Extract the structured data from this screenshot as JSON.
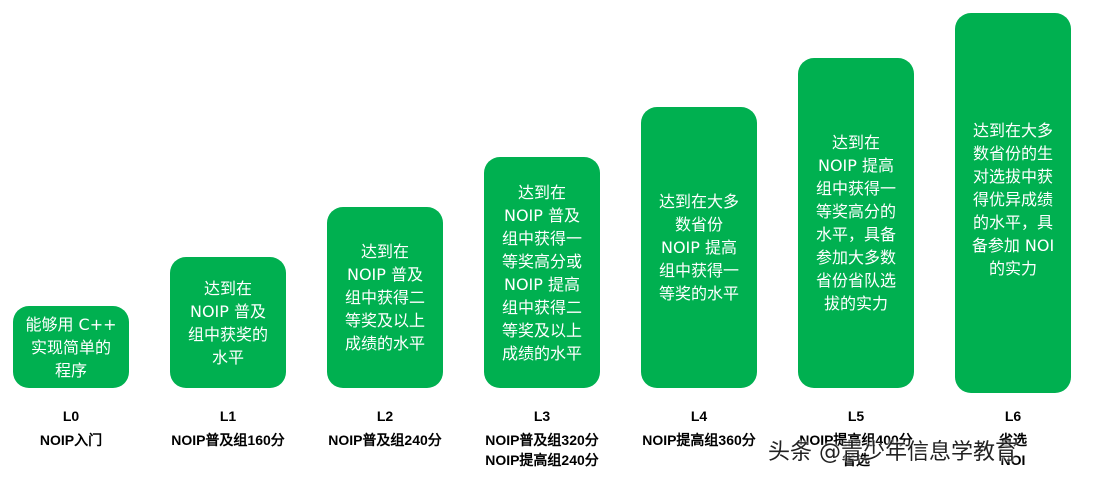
{
  "levels": [
    {
      "level": "L0",
      "requirement": "NOIP入门",
      "description": "能够用 C++\n实现简单的\n程序"
    },
    {
      "level": "L1",
      "requirement": "NOIP普及组160分",
      "description": "达到在\nNOIP 普及\n组中获奖的\n水平"
    },
    {
      "level": "L2",
      "requirement": "NOIP普及组240分",
      "description": "达到在\nNOIP 普及\n组中获得二\n等奖及以上\n成绩的水平"
    },
    {
      "level": "L3",
      "requirement": "NOIP普及组320分\nNOIP提高组240分",
      "description": "达到在\nNOIP 普及\n组中获得一\n等奖高分或\nNOIP 提高\n组中获得二\n等奖及以上\n成绩的水平"
    },
    {
      "level": "L4",
      "requirement": "NOIP提高组360分",
      "description": "达到在大多\n数省份\nNOIP 提高\n组中获得一\n等奖的水平"
    },
    {
      "level": "L5",
      "requirement": "NOIP提高组400分\n省选",
      "description": "达到在\nNOIP 提高\n组中获得一\n等奖高分的\n水平，具备\n参加大多数\n省份省队选\n拔的实力"
    },
    {
      "level": "L6",
      "requirement": "省选\nNOI",
      "description": "达到在大多\n数省份的生\n对选拔中获\n得优异成绩\n的水平，具\n备参加 NOI\n的实力"
    }
  ],
  "watermark": "头条 @青少年信息学教育"
}
